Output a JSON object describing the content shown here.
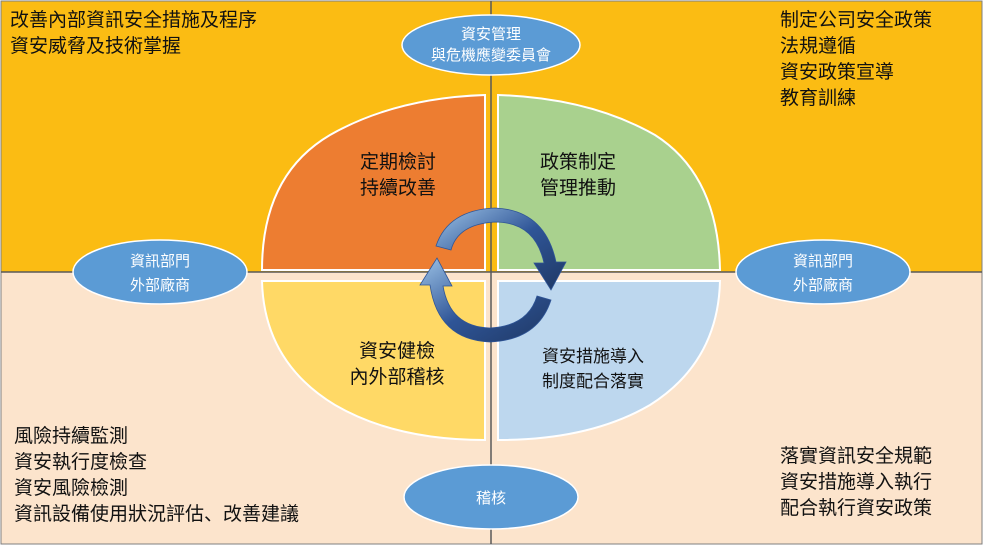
{
  "top_left": [
    "改善內部資訊安全措施及程序",
    "資安威脅及技術掌握"
  ],
  "top_right": [
    "制定公司安全政策",
    "法規遵循",
    "資安政策宣導",
    "教育訓練"
  ],
  "bottom_left": [
    "風險持續監測",
    "資安執行度檢查",
    "資安風險檢測",
    "資訊設備使用狀況評估、改善建議"
  ],
  "bottom_right": [
    "落實資訊安全規範",
    "資安措施導入執行",
    "配合執行資安政策"
  ],
  "ovals": {
    "top": [
      "資安管理",
      "與危機應變委員會"
    ],
    "left": [
      "資訊部門",
      "外部廠商"
    ],
    "right": [
      "資訊部門",
      "外部廠商"
    ],
    "bottom": [
      "稽核"
    ]
  },
  "quadrants": {
    "top_left": [
      "定期檢討",
      "持續改善"
    ],
    "top_right": [
      "政策制定",
      "管理推動"
    ],
    "bottom_left": [
      "資安健檢",
      "內外部稽核"
    ],
    "bottom_right": [
      "資安措施導入",
      "制度配合落實"
    ]
  },
  "colors": {
    "top_bg": "#FBBC13",
    "bottom_bg": "#FCE4CC",
    "orange_quad": "#ED7D31",
    "green_quad": "#A9D18E",
    "yellow_quad": "#FFD966",
    "blue_quad": "#BDD7EE",
    "oval_fill": "#5B9BD5",
    "arrow": "#2E5C9E"
  }
}
